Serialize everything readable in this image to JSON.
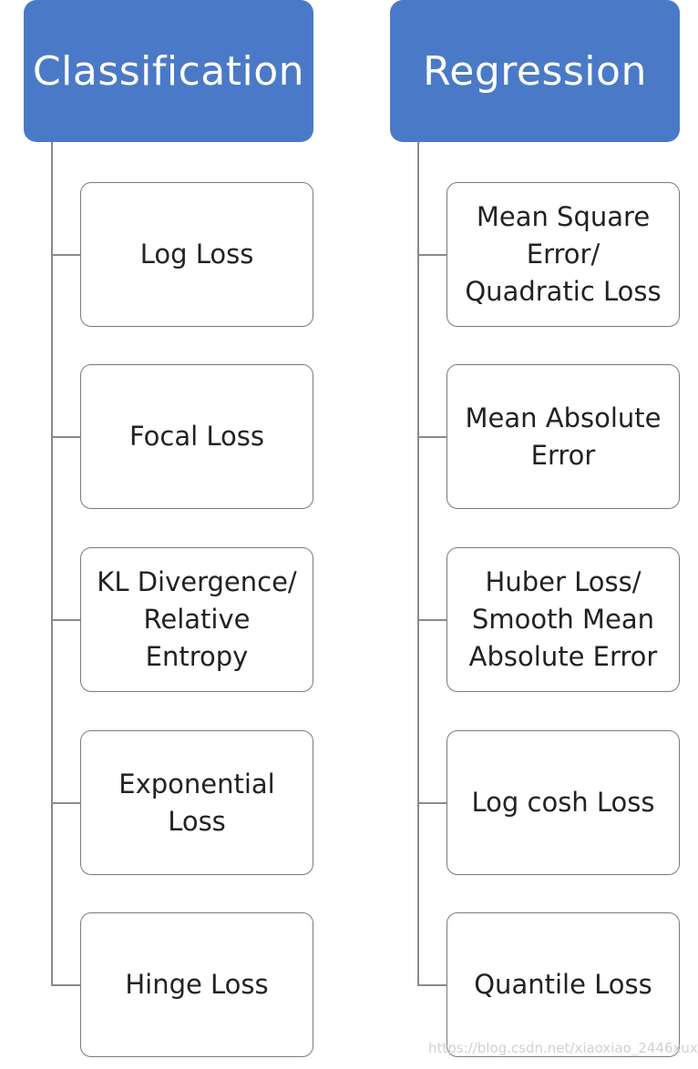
{
  "classification": {
    "title": "Classification",
    "items": [
      "Log Loss",
      "Focal Loss",
      "KL Divergence/\nRelative\nEntropy",
      "Exponential\nLoss",
      "Hinge Loss"
    ]
  },
  "regression": {
    "title": "Regression",
    "items": [
      "Mean Square\nError/\nQuadratic Loss",
      "Mean Absolute\nError",
      "Huber Loss/\nSmooth Mean\nAbsolute Error",
      "Log cosh Loss",
      "Quantile Loss"
    ]
  },
  "watermark": "https://blog.csdn.net/xiaoxiao_2446xuxu",
  "colors": {
    "header_bg": "#4a7ac7",
    "header_text": "#ffffff",
    "line": "#8a8a8a",
    "box_border": "#7a7a7a"
  }
}
